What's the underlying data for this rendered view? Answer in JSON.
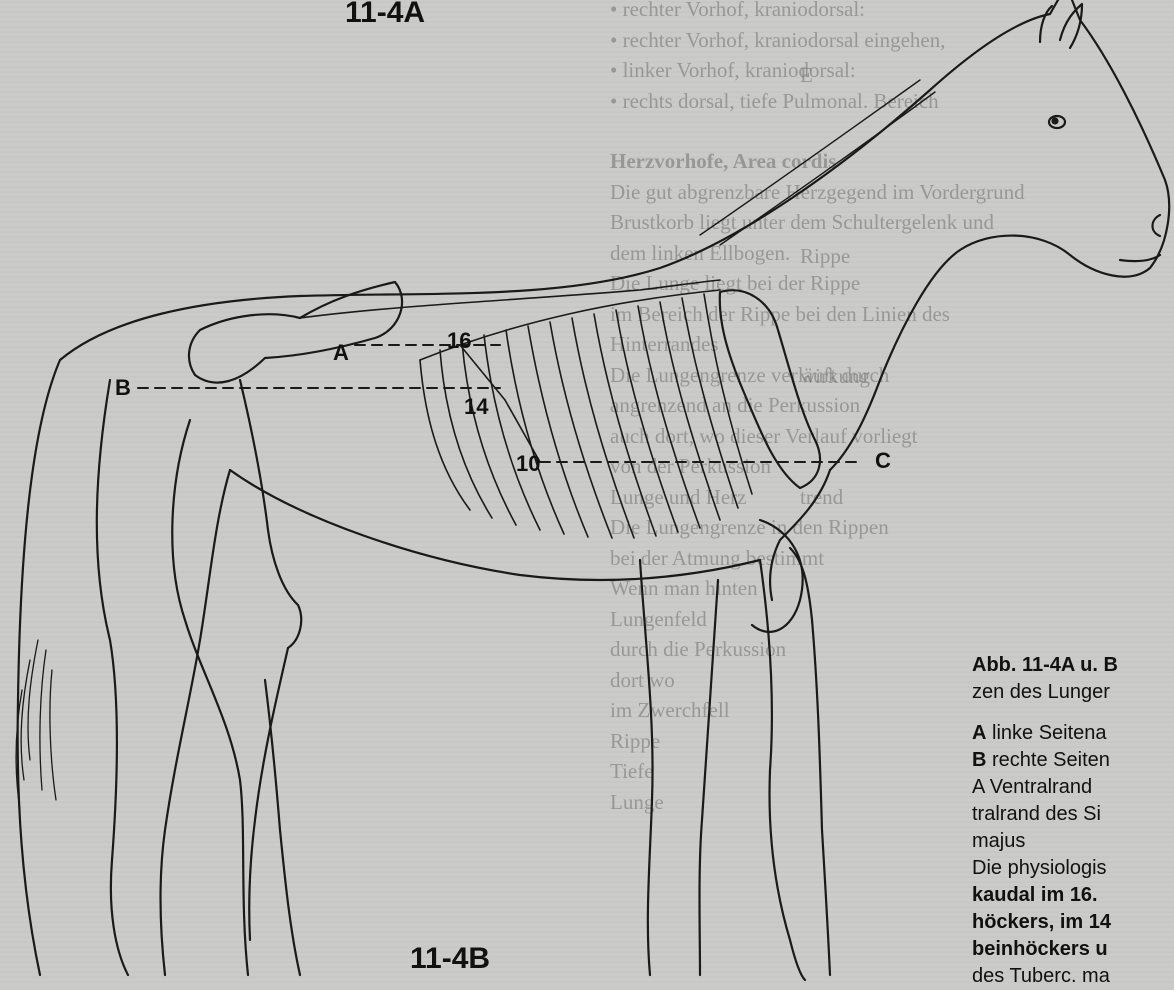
{
  "figure": {
    "label_a": "11-4A",
    "label_b": "11-4B",
    "markers": {
      "a": "A",
      "b": "B",
      "c": "C",
      "r16": "16",
      "r14": "14",
      "r10": "10"
    }
  },
  "left_bleed_text": [
    "• rechter Vorhof, kraniodorsal:",
    "• rechter Vorhof, kraniodorsal eingehen,",
    "• linker Vorhof, kraniodorsal:",
    "• rechts dorsal, tiefe Pulmonal. Bereich",
    "Herzvorhofe, Area cordis",
    "Die gut abgrenzbare Herzgegend im Vordergrund",
    "Brustkorb liegt unter dem Schultergelenk und",
    "dem linken Ellbogen.",
    "Die Lunge liegt bei der Rippe",
    "im Bereich der Rippe bei den Linien des",
    "Hinterrandes",
    "Die Lungengrenze verläuft durch",
    "angrenzend an die Perkussion",
    "auch dort, wo dieser Verlauf vorliegt",
    "von der Perkussion",
    "Lunge und Herz",
    "Die Lungengrenze in den Rippen",
    "bei der Atmung bestimmt",
    "Wenn man hinten",
    "Lungenfeld",
    "durch die Perkussion",
    "dort wo",
    "im Zwerchfell",
    "Rippe",
    "Tiefe",
    "Lunge"
  ],
  "right_bleed_text": [
    "E",
    "Rippe",
    "wirkung",
    "trend"
  ],
  "caption": {
    "title_line1": "Abb. 11-4A u. B",
    "title_line2": "zen des Lunger",
    "legend_a_key": "A",
    "legend_a_text": "linke Seitena",
    "legend_b_key": "B",
    "legend_b_text": "rechte Seiten",
    "desc_line1": "A Ventralrand",
    "desc_line2": "tralrand des Si",
    "desc_line3": "majus",
    "physio_line1": "Die physiologis",
    "physio_line2": "kaudal im 16.",
    "physio_line3": "höckers, im 14",
    "physio_line4": "beinhöckers u",
    "physio_line5": "des Tuberc. ma"
  }
}
